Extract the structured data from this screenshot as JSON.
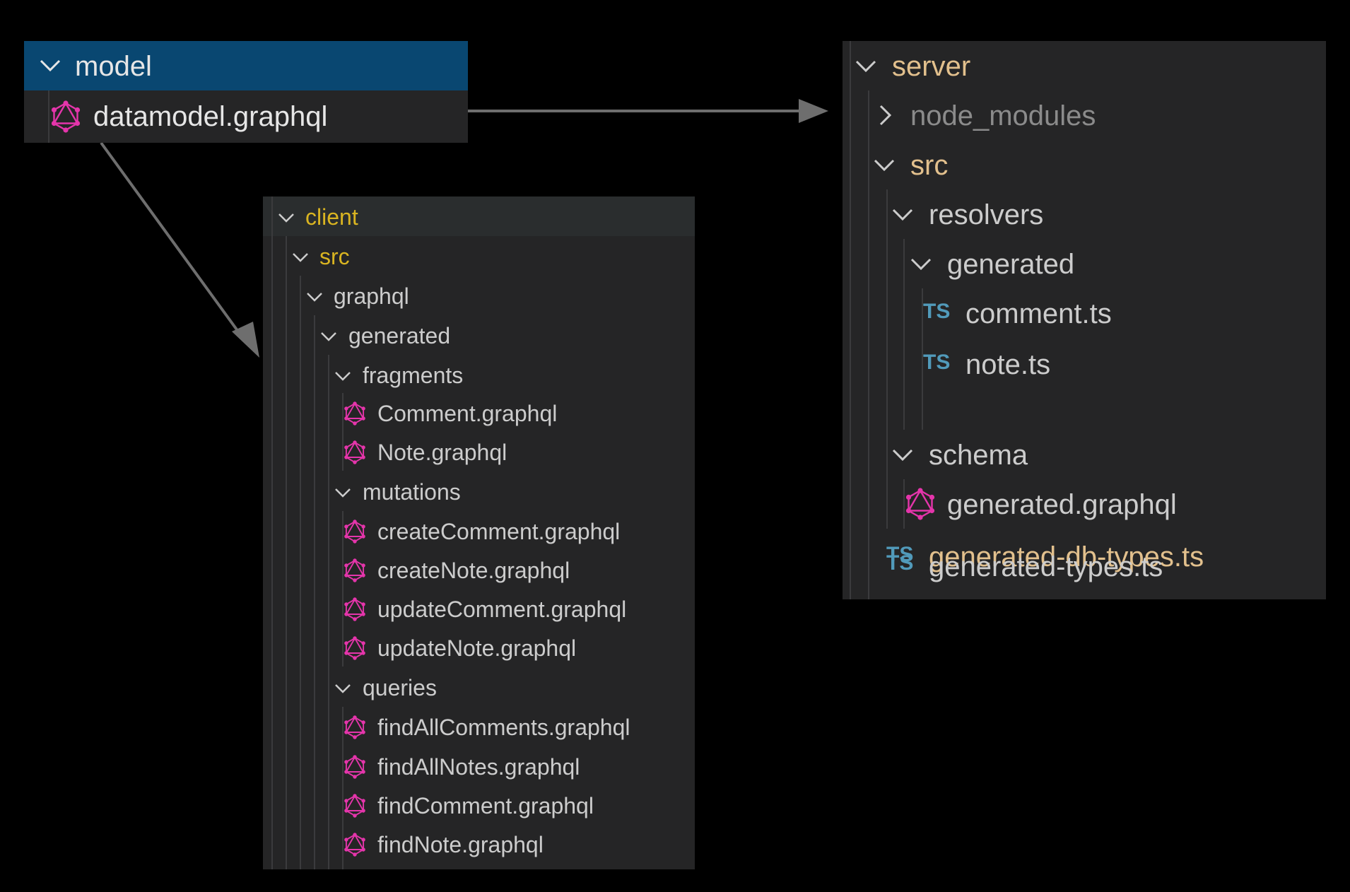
{
  "colors": {
    "background": "#000000",
    "panel": "#252526",
    "selected_row": "#094771",
    "text": "#cccccc",
    "folder_text_yellow": "#e2c08d",
    "folder_text_gold": "#d9b421",
    "dimmed_text": "#8b8b8b",
    "graphql_icon": "#e535ab",
    "ts_icon": "#519aba",
    "arrow": "#6e6e6e"
  },
  "model_panel": {
    "folder": "model",
    "file": "datamodel.graphql"
  },
  "client_panel": {
    "root": "client",
    "src": "src",
    "graphql": "graphql",
    "generated": "generated",
    "fragments": {
      "label": "fragments",
      "files": [
        "Comment.graphql",
        "Note.graphql"
      ]
    },
    "mutations": {
      "label": "mutations",
      "files": [
        "createComment.graphql",
        "createNote.graphql",
        "updateComment.graphql",
        "updateNote.graphql"
      ]
    },
    "queries": {
      "label": "queries",
      "files": [
        "findAllComments.graphql",
        "findAllNotes.graphql",
        "findComment.graphql",
        "findNote.graphql"
      ]
    }
  },
  "server_panel": {
    "root": "server",
    "node_modules": "node_modules",
    "src": "src",
    "resolvers": "resolvers",
    "generated": "generated",
    "resolver_files": [
      "comment.ts",
      "note.ts"
    ],
    "schema": "schema",
    "schema_file": "generated.graphql",
    "db_types_file": "generated-db-types.ts",
    "types_file": "generated-types.ts"
  },
  "icons": {
    "ts_label": "TS",
    "expanded": "chevron-down-icon",
    "collapsed": "chevron-right-icon",
    "graphql": "graphql-icon"
  }
}
